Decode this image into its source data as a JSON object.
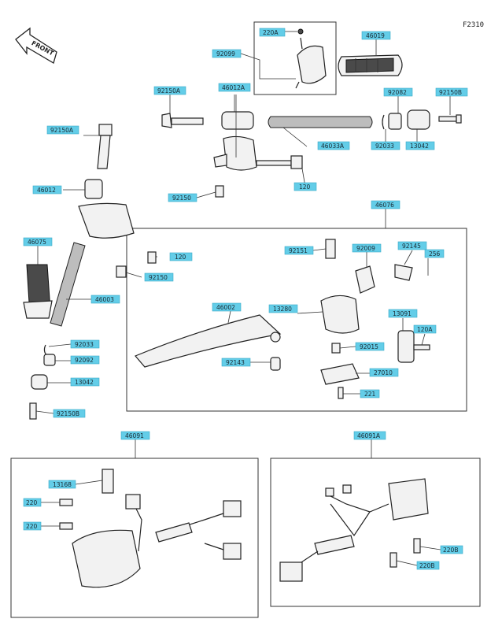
{
  "figure_code": "F2310",
  "front_label": "FRONT",
  "labels": {
    "p220A_top": "220A",
    "p46019": "46019",
    "p92099": "92099",
    "p92150A_top": "92150A",
    "p46012A": "46012A",
    "p92082_top": "92082",
    "p92150B_top": "92150B",
    "p92150A_left": "92150A",
    "p46033A": "46033A",
    "p92033_top": "92033",
    "p13042_top": "13042",
    "p46012": "46012",
    "p92150": "92150",
    "p120_top": "120",
    "p46076": "46076",
    "p46075": "46075",
    "p120_mid": "120",
    "p92150C": "92150",
    "p92151": "92151",
    "p92009": "92009",
    "p92145": "92145",
    "p256": "256",
    "p46003": "46003",
    "p46002": "46002",
    "p13280": "13280",
    "p13091": "13091",
    "p120A": "120A",
    "p92033_low": "92033",
    "p92015": "92015",
    "p92092": "92092",
    "p92143": "92143",
    "p27010": "27010",
    "p13042_low": "13042",
    "p221": "221",
    "p92150B_low": "92150B",
    "p46091": "46091",
    "p46091A": "46091A",
    "p13168": "13168",
    "p220_1": "220",
    "p220_2": "220",
    "p220B_1": "220B",
    "p220B_2": "220B"
  }
}
